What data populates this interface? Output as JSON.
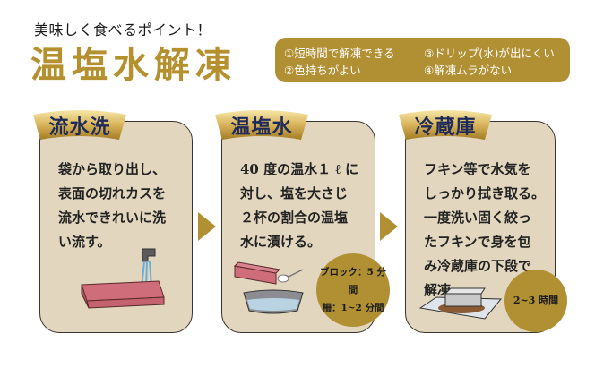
{
  "header": {
    "subtitle": "美味しく食べるポイント！",
    "title": "温塩水解凍"
  },
  "points": [
    {
      "label": "①短時間で解凍できる"
    },
    {
      "label": "②色持ちがよい"
    },
    {
      "label": "③ドリップ(水)が出にくい"
    },
    {
      "label": "④解凍ムラがない"
    }
  ],
  "steps": [
    {
      "title": "流水洗",
      "body": "袋から取り出し、\n表面の切れカスを\n流水できれいに洗\nい流す。",
      "illustration": "fish-block-under-faucet"
    },
    {
      "title": "温塩水",
      "body": "40 度の温水１ ℓ に\n対し、塩を大さじ\n２杯の割合の温塩\n水に漬ける。",
      "illustration": "fish-block-into-salt-water-bowl",
      "badge": {
        "line1": "ブロック：5 分間",
        "line2": "柵：1~2 分間"
      }
    },
    {
      "title": "冷蔵庫",
      "body": "フキン等で水気を\nしっかり拭き取る。\n一度洗い固く絞っ\nたフキンで身を包\nみ冷蔵庫の下段で\n解凍。",
      "illustration": "wrapped-fish-on-tray",
      "badge": {
        "line1": "2~3 時間"
      }
    }
  ],
  "colors": {
    "gold": "#b18f33",
    "card_bg": "#e3d6bf",
    "title_gold": "#b4912e",
    "banner_text": "#1e2a5a"
  }
}
